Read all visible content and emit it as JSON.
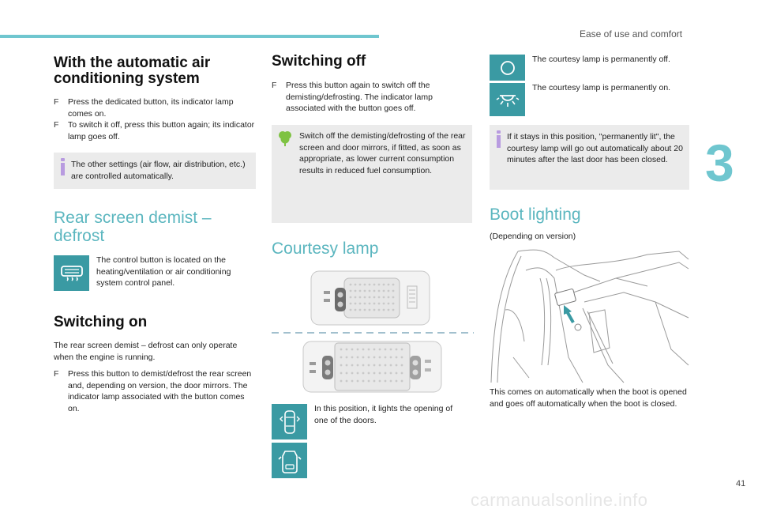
{
  "header": {
    "section_title": "Ease of use and comfort",
    "chapter_number": "3",
    "page_number": "41",
    "watermark": "carmanualsonline.info"
  },
  "col1": {
    "auto_ac_title": "With the automatic air conditioning system",
    "auto_ac_bullets": [
      "Press the dedicated button, its indicator lamp comes on.",
      "To switch it off, press this button again; its indicator lamp goes off."
    ],
    "auto_ac_info": "The other settings (air flow, air distribution, etc.) are controlled automatically.",
    "rear_title": "Rear screen demist – defrost",
    "rear_text": "The control button is located on the heating/ventilation or air conditioning system control panel.",
    "switch_on_title": "Switching on",
    "switch_on_text": "The rear screen demist – defrost can only operate when the engine is running.",
    "switch_on_bullet": "Press this button to demist/defrost the rear screen and, depending on version, the door mirrors. The indicator lamp associated with the button comes on."
  },
  "col2": {
    "switch_off_title": "Switching off",
    "switch_off_bullet": "Press this button again to switch off the demisting/defrosting. The indicator lamp associated with the button goes off.",
    "eco_info": "Switch off the demisting/defrosting of the rear screen and door mirrors, if fitted, as soon as appropriate, as lower current consumption results in reduced fuel consumption.",
    "courtesy_title": "Courtesy lamp",
    "door_text": "In this position, it lights the opening of one of the doors."
  },
  "col3": {
    "lamp_off_text": "The courtesy lamp is permanently off.",
    "lamp_on_text": "The courtesy lamp is permanently on.",
    "lit_info": "If it stays in this position, \"permanently lit\", the courtesy lamp will go out automatically about 20 minutes after the last door has been closed.",
    "boot_title": "Boot lighting",
    "boot_version": "(Depending on version)",
    "boot_text": "This comes on automatically when the boot is opened and goes off automatically when the boot is closed."
  },
  "symbols": {
    "bullet_mark": "F"
  },
  "colors": {
    "accent": "#5bb6bf",
    "icon_bg": "#3a9aa3",
    "info_bg": "#ebebeb",
    "info_icon": "#b89be0",
    "eco_icon": "#7ec242"
  },
  "icons": [
    "rear-demist-icon",
    "courtesy-off-icon",
    "courtesy-on-icon",
    "door-lamp-icon",
    "door-car-icon",
    "info-icon",
    "leaf-icon"
  ]
}
